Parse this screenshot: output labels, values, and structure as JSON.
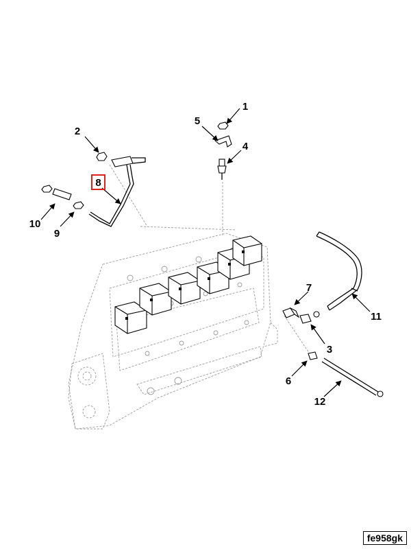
{
  "diagram_ref": "fe958gk",
  "highlight_color": "#e0211b",
  "callouts": [
    {
      "id": "1",
      "label": "1"
    },
    {
      "id": "2",
      "label": "2"
    },
    {
      "id": "3",
      "label": "3"
    },
    {
      "id": "4",
      "label": "4"
    },
    {
      "id": "5",
      "label": "5"
    },
    {
      "id": "6",
      "label": "6"
    },
    {
      "id": "7",
      "label": "7"
    },
    {
      "id": "8",
      "label": "8",
      "highlighted": true
    },
    {
      "id": "9",
      "label": "9"
    },
    {
      "id": "10",
      "label": "10"
    },
    {
      "id": "11",
      "label": "11"
    },
    {
      "id": "12",
      "label": "12"
    }
  ]
}
